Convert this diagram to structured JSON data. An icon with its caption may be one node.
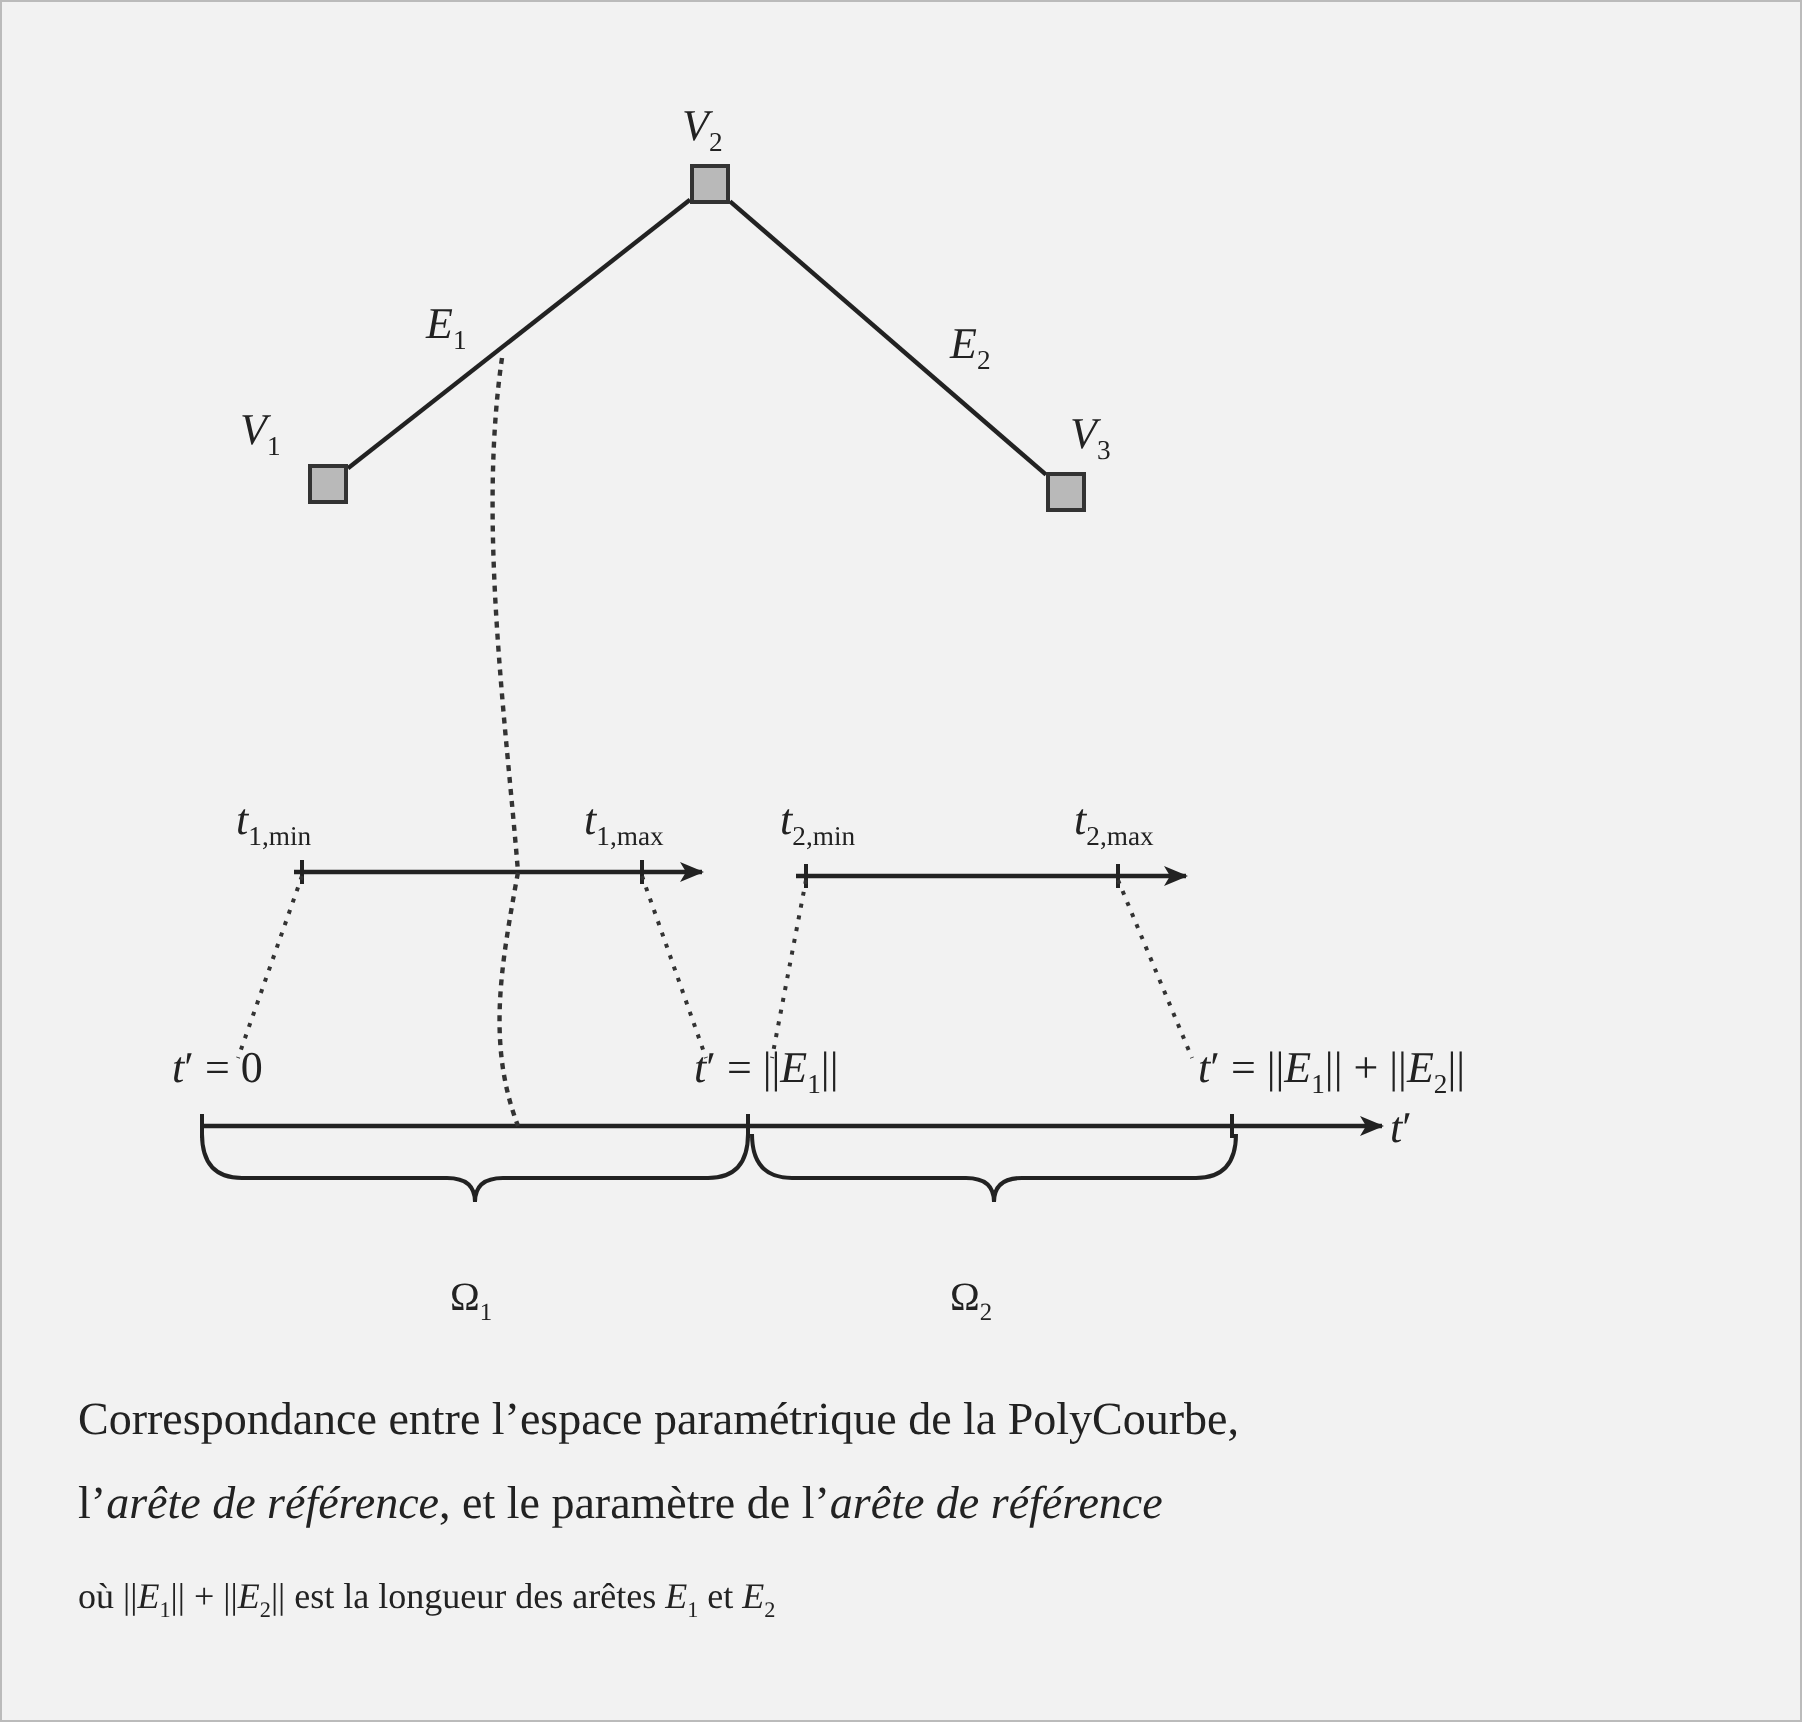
{
  "diagram": {
    "caption": "Correspondance entre l’espace paramétrique de la PolyCourbe, l’*arête de référence*, et le paramètre de l’*arête de référence*",
    "nodes": [
      {
        "text": [
          "*V*$_{1}$"
        ]
      },
      {
        "text": [
          "*V*$_{2}$"
        ]
      },
      {
        "text": [
          "*V*$_{3}$"
        ]
      }
    ],
    "edges": [
      {
        "from": 0,
        "to": 1,
        "arrow": "none",
        "label": "*E*$_{1}$"
      },
      {
        "from": 1,
        "to": 2,
        "arrow": "none",
        "label": "*E*$_{2}$"
      }
    ],
    "labels": [
      "*t*$_{1,min}$",
      "*t*$_{1,max}$",
      "*t*$_{2,min}$",
      "*t*$_{2,max}$",
      "*t*′ = 0",
      "*t*′ = ||*E*$_{1}$||",
      "*t*′ = ||*E*$_{1}$|| + ||*E*$_{2}$||",
      "*t*′",
      "Ω$_{1}$",
      "Ω$_{2}$",
      "où ||*E*$_{1}$|| + ||*E*$_{2}$|| est la longueur des arêtes *E*$_{1}$ et *E*$_{2}$"
    ]
  }
}
